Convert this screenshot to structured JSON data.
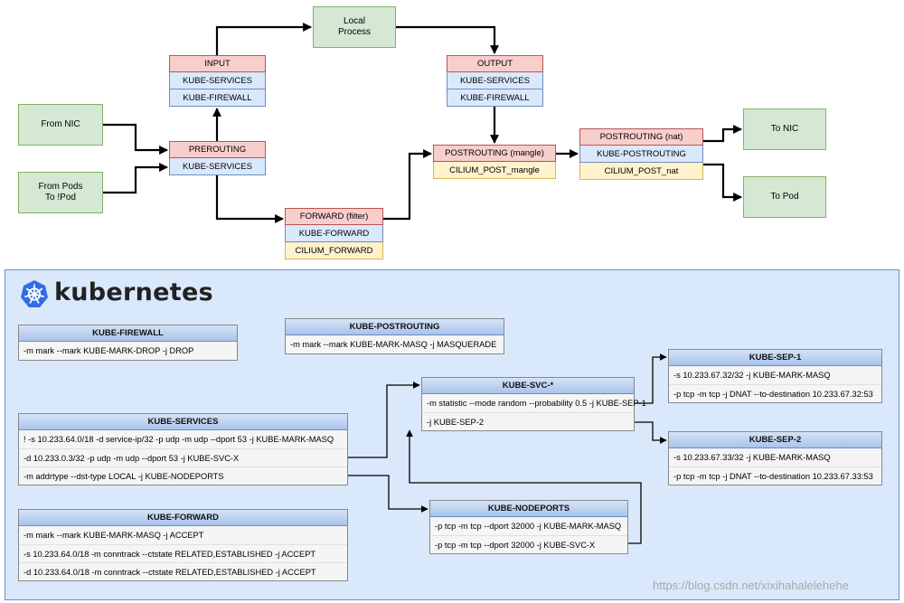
{
  "flow": {
    "from_nic": "From NIC",
    "from_pods": "From Pods\nTo !Pod",
    "local_process": "Local\nProcess",
    "to_nic": "To NIC",
    "to_pod": "To Pod",
    "input": [
      "INPUT",
      "KUBE-SERVICES",
      "KUBE-FIREWALL"
    ],
    "prerouting": [
      "PREROUTING",
      "KUBE-SERVICES"
    ],
    "output": [
      "OUTPUT",
      "KUBE-SERVICES",
      "KUBE-FIREWALL"
    ],
    "forward": [
      "FORWARD (filter)",
      "KUBE-FORWARD",
      "CILIUM_FORWARD"
    ],
    "postrouting_mangle": [
      "POSTROUTING (mangle)",
      "CILIUM_POST_mangle"
    ],
    "postrouting_nat": [
      "POSTROUTING (nat)",
      "KUBE-POSTROUTING",
      "CILIUM_POST_nat"
    ]
  },
  "k8s": {
    "wordmark": "kubernetes",
    "colors": {
      "logo_blue": "#326ce5"
    }
  },
  "tables": {
    "kube_firewall": {
      "title": "KUBE-FIREWALL",
      "rows": [
        "-m mark --mark KUBE-MARK-DROP -j DROP"
      ]
    },
    "kube_postrouting": {
      "title": "KUBE-POSTROUTING",
      "rows": [
        "-m mark --mark KUBE-MARK-MASQ -j MASQUERADE"
      ]
    },
    "kube_services": {
      "title": "KUBE-SERVICES",
      "rows": [
        "! -s 10.233.64.0/18 -d service-ip/32 -p udp  -m udp --dport 53 -j KUBE-MARK-MASQ",
        "-d 10.233.0.3/32 -p udp  -m udp --dport 53 -j KUBE-SVC-X",
        "-m addrtype --dst-type LOCAL -j KUBE-NODEPORTS"
      ]
    },
    "kube_forward": {
      "title": "KUBE-FORWARD",
      "rows": [
        "-m mark --mark KUBE-MARK-MASQ -j ACCEPT",
        "-s 10.233.64.0/18  -m conntrack --ctstate RELATED,ESTABLISHED -j ACCEPT",
        "-d 10.233.64.0/18  -m conntrack --ctstate RELATED,ESTABLISHED -j ACCEPT"
      ]
    },
    "kube_svc": {
      "title": "KUBE-SVC-*",
      "rows": [
        "-m statistic --mode random --probability 0.5 -j KUBE-SEP-1",
        "-j KUBE-SEP-2"
      ]
    },
    "kube_nodeports": {
      "title": "KUBE-NODEPORTS",
      "rows": [
        "-p tcp -m tcp --dport 32000 -j KUBE-MARK-MASQ",
        "-p tcp -m tcp --dport 32000 -j KUBE-SVC-X"
      ]
    },
    "kube_sep_1": {
      "title": "KUBE-SEP-1",
      "rows": [
        "-s 10.233.67.32/32  -j KUBE-MARK-MASQ",
        "-p tcp -m tcp -j DNAT --to-destination 10.233.67.32:53"
      ]
    },
    "kube_sep_2": {
      "title": "KUBE-SEP-2",
      "rows": [
        "-s 10.233.67.33/32  -j KUBE-MARK-MASQ",
        "-p tcp -m tcp -j DNAT --to-destination 10.233.67.33:53"
      ]
    }
  },
  "watermark": "https://blog.csdn.net/xixihahalelehehe"
}
